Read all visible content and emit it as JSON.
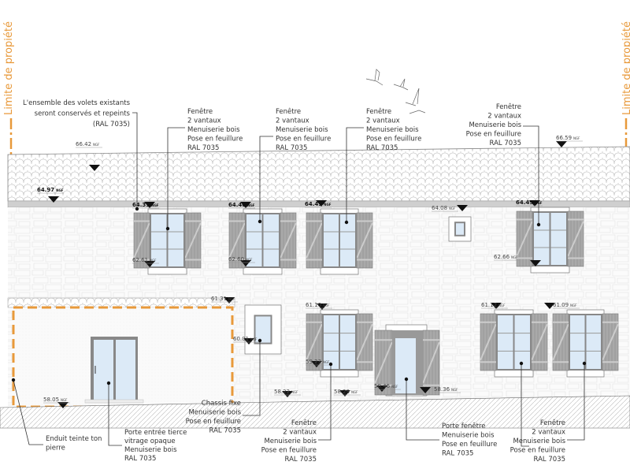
{
  "drawing": {
    "property_limit_label": "Limite de propiété",
    "colors": {
      "property_limit": "#e8993a",
      "shutter": "#a9a9a9",
      "glass": "#dceaf7",
      "line": "#333333"
    },
    "annotations": [
      {
        "lines": [
          "L'ensemble des volets existants",
          "seront conservés et repeints",
          "(RAL 7035)"
        ]
      },
      {
        "lines": [
          "Fenêtre",
          "2 vantaux",
          "Menuiserie bois",
          "Pose en feuillure",
          "RAL 7035"
        ]
      },
      {
        "lines": [
          "Fenêtre",
          "2 vantaux",
          "Menuiserie bois",
          "Pose en feuillure",
          "RAL 7035"
        ]
      },
      {
        "lines": [
          "Fenêtre",
          "2 vantaux",
          "Menuiserie bois",
          "Pose en feuillure",
          "RAL 7035"
        ]
      },
      {
        "lines": [
          "Fenêtre",
          "2 vantaux",
          "Menuiserie bois",
          "Pose en feuillure",
          "RAL 7035"
        ]
      },
      {
        "lines": [
          "Chassis fixe",
          "Menuiserie bois",
          "Pose en feuillure",
          "RAL 7035"
        ]
      },
      {
        "lines": [
          "Fenêtre",
          "2 vantaux",
          "Menuiserie bois",
          "Pose en feuillure",
          "RAL 7035"
        ]
      },
      {
        "lines": [
          "Porte fenêtre",
          "Menuiserie bois",
          "Pose en feuillure",
          "RAL 7035"
        ]
      },
      {
        "lines": [
          "Fenêtre",
          "2 vantaux",
          "Menuiserie bois",
          "Pose en feuillure",
          "RAL 7035"
        ]
      },
      {
        "lines": [
          "Porte entrée tierce",
          "vitrage opaque",
          "Menuiserie bois",
          "RAL 7035"
        ]
      },
      {
        "lines": [
          "Enduit teinte ton",
          "pierre"
        ]
      }
    ],
    "levels": [
      {
        "value": "66.42",
        "unit": "NGF"
      },
      {
        "value": "64.97",
        "unit": "NGF"
      },
      {
        "value": "64.39",
        "unit": "NGF"
      },
      {
        "value": "62.61",
        "unit": "NGF"
      },
      {
        "value": "64.40",
        "unit": "NGF"
      },
      {
        "value": "62.60",
        "unit": "NGF"
      },
      {
        "value": "64.45",
        "unit": "NGF"
      },
      {
        "value": "64.08",
        "unit": "NGF"
      },
      {
        "value": "64.49",
        "unit": "NGF"
      },
      {
        "value": "62.66",
        "unit": "NGF"
      },
      {
        "value": "66.59",
        "unit": "NGF"
      },
      {
        "value": "61.31",
        "unit": "NGF"
      },
      {
        "value": "61.10",
        "unit": "NGF"
      },
      {
        "value": "60.01",
        "unit": "NGF"
      },
      {
        "value": "59.23",
        "unit": "NGF"
      },
      {
        "value": "58.22",
        "unit": "NGF"
      },
      {
        "value": "58.29",
        "unit": "NGF"
      },
      {
        "value": "58.46",
        "unit": "NGF"
      },
      {
        "value": "58.36",
        "unit": "NGF"
      },
      {
        "value": "58.05",
        "unit": "NGF"
      },
      {
        "value": "61.12",
        "unit": "NGF"
      },
      {
        "value": "61.09",
        "unit": "NGF"
      }
    ]
  }
}
